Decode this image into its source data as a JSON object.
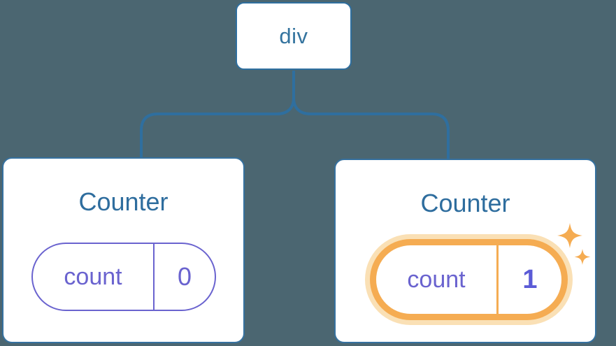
{
  "diagram": {
    "description": "React component tree showing state preserved per component instance",
    "root_node": {
      "label": "div"
    },
    "children": [
      {
        "title": "Counter",
        "state_key": "count",
        "state_value": "0",
        "highlighted": false
      },
      {
        "title": "Counter",
        "state_key": "count",
        "state_value": "1",
        "highlighted": true
      }
    ]
  },
  "icons": {
    "sparkle_large": "sparkle-icon",
    "sparkle_small": "sparkle-icon"
  },
  "colors": {
    "background": "#4B6671",
    "node_fill": "#FFFFFF",
    "tree_blue": "#2F6F9F",
    "title_blue": "#2E6D9E",
    "state_purple": "#6A63CF",
    "state_value_bold_purple": "#5B5BD6",
    "highlight_orange": "#F5AC52",
    "highlight_glow": "#FAE0B5"
  }
}
